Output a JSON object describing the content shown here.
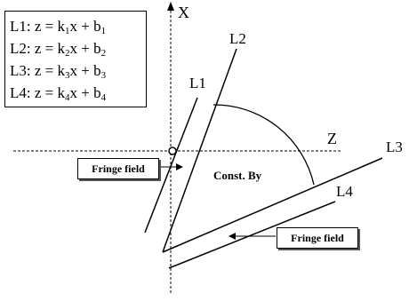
{
  "axes": {
    "x_label": "X",
    "z_label": "Z"
  },
  "lines": [
    {
      "id": "L1",
      "label": "L1"
    },
    {
      "id": "L2",
      "label": "L2"
    },
    {
      "id": "L3",
      "label": "L3"
    },
    {
      "id": "L4",
      "label": "L4"
    }
  ],
  "legend": {
    "items": [
      {
        "prefix": "L1: z = k",
        "k_sub": "1",
        "mid": "x + b",
        "b_sub": "1"
      },
      {
        "prefix": "L2: z = k",
        "k_sub": "2",
        "mid": "x + b",
        "b_sub": "2"
      },
      {
        "prefix": "L3: z = k",
        "k_sub": "3",
        "mid": "x + b",
        "b_sub": "3"
      },
      {
        "prefix": "L4: z = k",
        "k_sub": "4",
        "mid": "x + b",
        "b_sub": "4"
      }
    ]
  },
  "annotations": {
    "fringe_left": "Fringe field",
    "fringe_right": "Fringe field",
    "region_label": "Const. By"
  },
  "colors": {
    "ink": "#000000",
    "background": "#ffffff"
  }
}
